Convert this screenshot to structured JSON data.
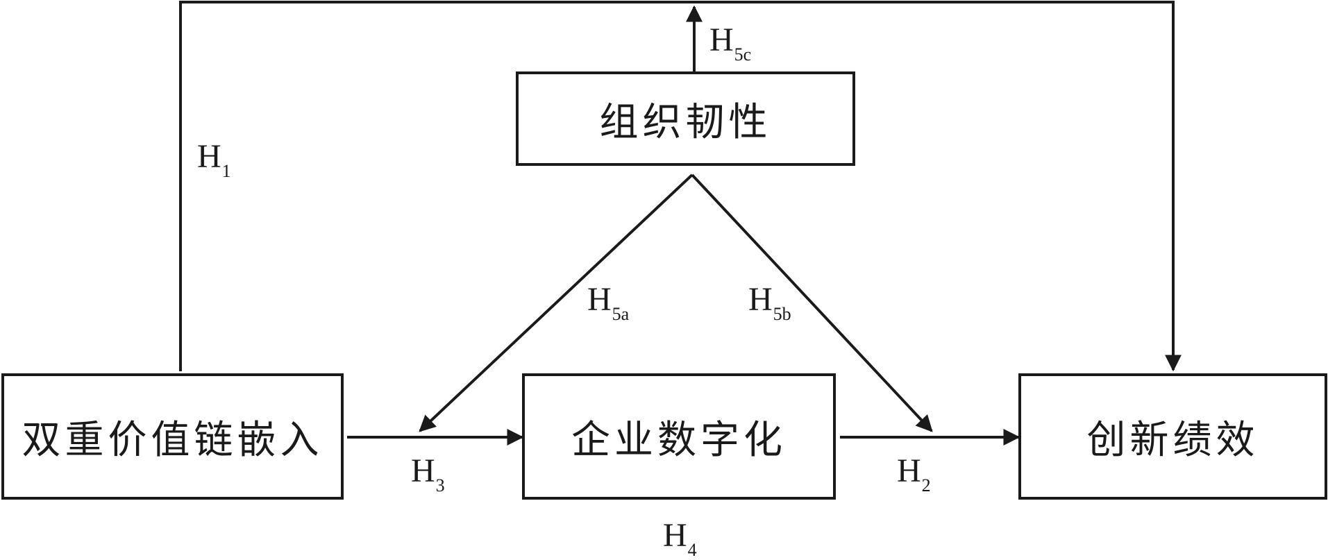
{
  "nodes": {
    "resilience": {
      "label": "组织韧性"
    },
    "embedding": {
      "label": "双重价值链嵌入"
    },
    "digitalization": {
      "label": "企业数字化"
    },
    "innovation": {
      "label": "创新绩效"
    }
  },
  "hypotheses": {
    "h1": {
      "main": "H",
      "sub": "1"
    },
    "h2": {
      "main": "H",
      "sub": "2"
    },
    "h3": {
      "main": "H",
      "sub": "3"
    },
    "h4": {
      "main": "H",
      "sub": "4"
    },
    "h5a": {
      "main": "H",
      "sub": "5a"
    },
    "h5b": {
      "main": "H",
      "sub": "5b"
    },
    "h5c": {
      "main": "H",
      "sub": "5c"
    }
  }
}
